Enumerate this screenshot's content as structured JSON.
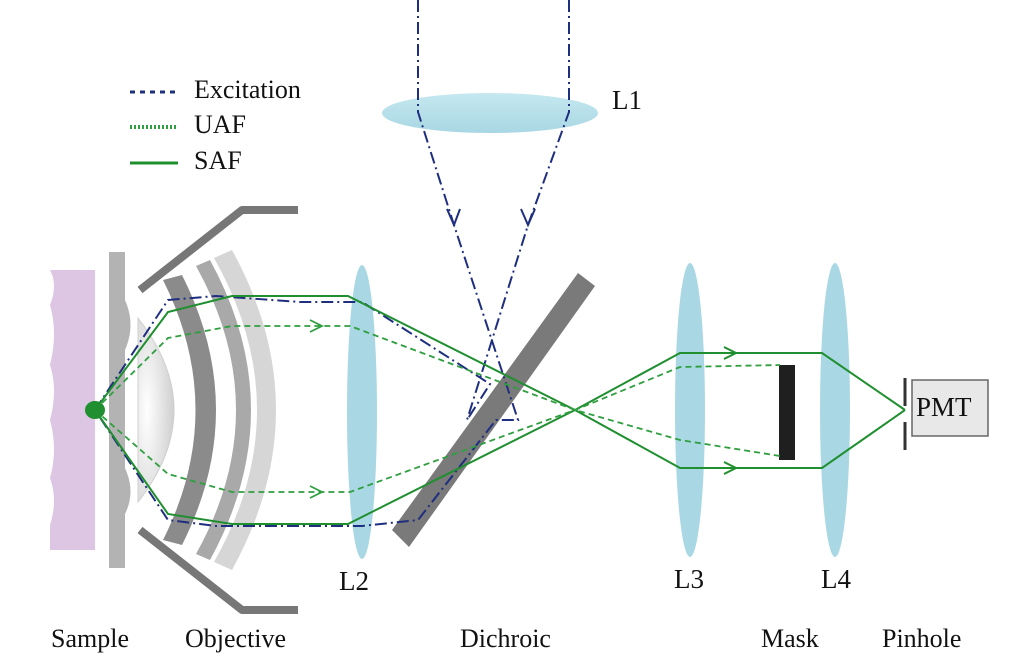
{
  "legend": {
    "excitation": "Excitation",
    "uaf": "UAF",
    "saf": "SAF"
  },
  "components": {
    "l1": "L1",
    "l2": "L2",
    "l3": "L3",
    "l4": "L4",
    "pmt": "PMT"
  },
  "bottom_labels": {
    "sample": "Sample",
    "objective": "Objective",
    "dichroic": "Dichroic",
    "mask": "Mask",
    "pinhole": "Pinhole"
  },
  "colors": {
    "excitation": "#1f2f7f",
    "saf": "#1f8f2f",
    "uaf": "#2f9f3f",
    "lens": "#a9d8e4",
    "sample": "#dcc6e3",
    "objective_dark": "#8b8b8b",
    "objective_light": "#cfcfcf",
    "dichroic": "#7a7a7a",
    "mask": "#1f1f1f",
    "pmt_box": "#e8e8e8"
  }
}
